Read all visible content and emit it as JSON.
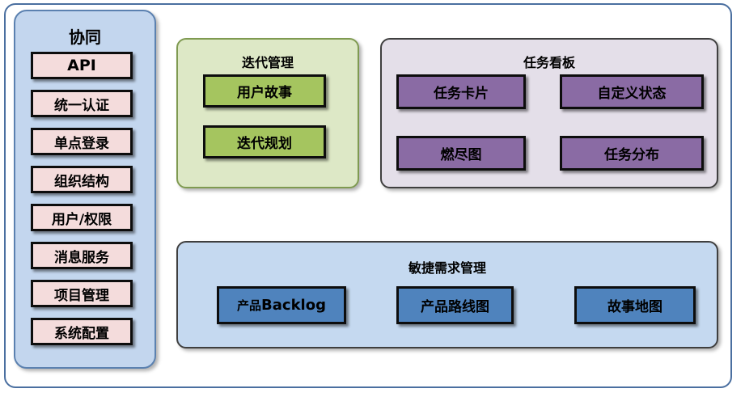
{
  "diagram": {
    "sidebar": {
      "title": "协同",
      "items": [
        {
          "label": "API",
          "name": "sidebar-item-api"
        },
        {
          "label": "统一认证",
          "name": "sidebar-item-unified-auth"
        },
        {
          "label": "单点登录",
          "name": "sidebar-item-sso"
        },
        {
          "label": "组织结构",
          "name": "sidebar-item-org-structure"
        },
        {
          "label": "用户/权限",
          "name": "sidebar-item-user-permission"
        },
        {
          "label": "消息服务",
          "name": "sidebar-item-message-service"
        },
        {
          "label": "项目管理",
          "name": "sidebar-item-project-management"
        },
        {
          "label": "系统配置",
          "name": "sidebar-item-system-config"
        }
      ]
    },
    "panels": [
      {
        "key": "iteration",
        "title": "迭代管理",
        "items": [
          {
            "label": "用户故事"
          },
          {
            "label": "迭代规划"
          }
        ]
      },
      {
        "key": "taskboard",
        "title": "任务看板",
        "items": [
          {
            "label": "任务卡片"
          },
          {
            "label": "自定义状态"
          },
          {
            "label": "燃尽图"
          },
          {
            "label": "任务分布"
          }
        ]
      },
      {
        "key": "agile",
        "title": "敏捷需求管理",
        "items": [
          {
            "label_cn": "产品",
            "label_en": "Backlog"
          },
          {
            "label": "产品路线图"
          },
          {
            "label": "故事地图"
          }
        ]
      }
    ],
    "colors": {
      "outer_frame_border": "#4a6fa0",
      "sidebar_fill": "#c3d6ee",
      "sidebar_border": "#5b81b0",
      "sidebar_item_fill": "#f4dcdc",
      "iteration_fill": "#dde8c6",
      "iteration_border": "#7f9a51",
      "iteration_item_fill": "#a5c55f",
      "taskboard_fill": "#e4dfe9",
      "taskboard_border": "#3f3f3f",
      "taskboard_item_fill": "#8a6ba4",
      "agile_fill": "#c5d9f0",
      "agile_border": "#3f3f3f",
      "agile_item_fill": "#4f83bd",
      "box_border": "#0d0d0d"
    }
  }
}
